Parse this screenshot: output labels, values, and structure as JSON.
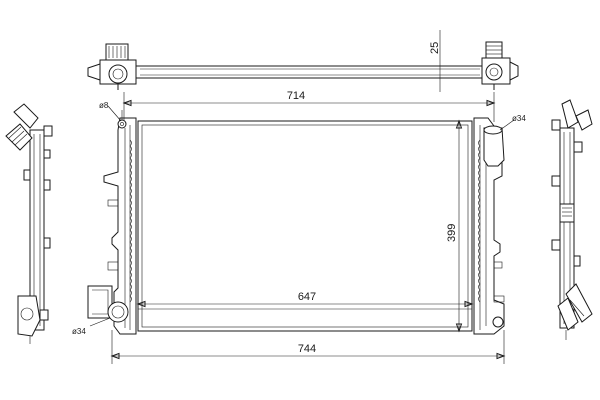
{
  "dimensions": {
    "overall_width_top": "714",
    "overall_width_bottom": "744",
    "core_width": "647",
    "core_height": "399",
    "thickness": "25",
    "diameter_top_left": "ø8",
    "diameter_top_right": "ø34",
    "diameter_bottom_left": "ø34"
  }
}
